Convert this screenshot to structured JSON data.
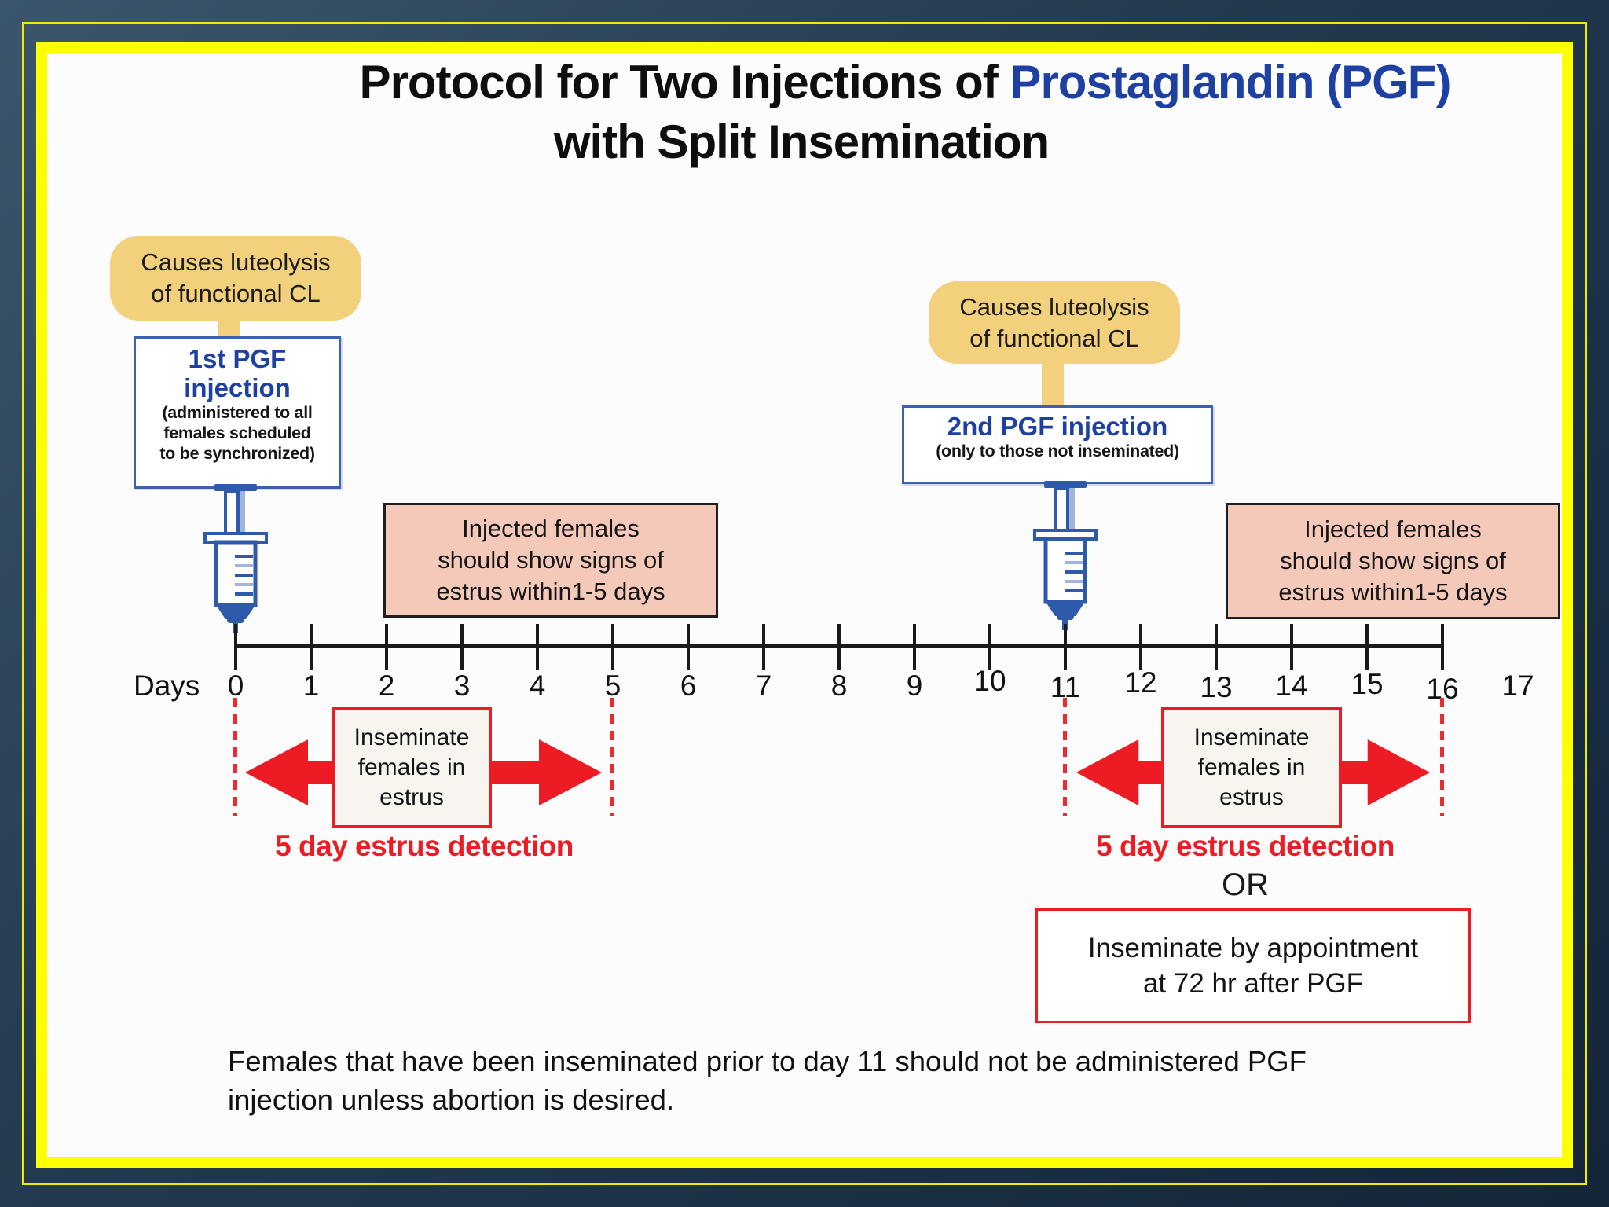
{
  "title": {
    "prefix": "Protocol for Two Injections of ",
    "highlight": "Prostaglandin (PGF)",
    "line2": "with Split Insemination"
  },
  "callout_left": [
    "Causes luteolysis",
    "of functional CL"
  ],
  "callout_right": [
    "Causes luteolysis",
    "of functional CL"
  ],
  "injection_first": {
    "title": "1st PGF injection",
    "note": [
      "(administered to all",
      "females scheduled",
      "to be synchronized)"
    ]
  },
  "injection_second": {
    "title": "2nd PGF injection",
    "note": [
      "(only to those not inseminated)"
    ]
  },
  "estrus_sign_left": [
    "Injected females",
    "should show signs of",
    "estrus within1-5 days"
  ],
  "estrus_sign_right": [
    "Injected females",
    "should show signs of",
    "estrus within1-5 days"
  ],
  "timeline": {
    "axis_label": "Days",
    "days": [
      "0",
      "1",
      "2",
      "3",
      "4",
      "5",
      "6",
      "7",
      "8",
      "9",
      "10",
      "11",
      "12",
      "13",
      "14",
      "15",
      "16",
      "17"
    ]
  },
  "inseminate_left": [
    "Inseminate",
    "females in",
    "estrus"
  ],
  "inseminate_right": [
    "Inseminate",
    "females in",
    "estrus"
  ],
  "detection_left": "5 day estrus detection",
  "detection_right": "5 day estrus detection",
  "or_label": "OR",
  "appointment": [
    "Inseminate by appointment",
    "at 72 hr after PGF"
  ],
  "footnote": [
    "Females that have been inseminated prior to day 11 should not be administered PGF",
    "injection unless abortion is desired."
  ],
  "colors": {
    "accent_red": "#ed1c24",
    "accent_blue": "#1e40a3",
    "callout_yellow": "#f3d07c",
    "estrus_pink": "#f5c9ba",
    "frame_yellow": "#ffff00",
    "syringe_blue": "#2d5aab"
  }
}
